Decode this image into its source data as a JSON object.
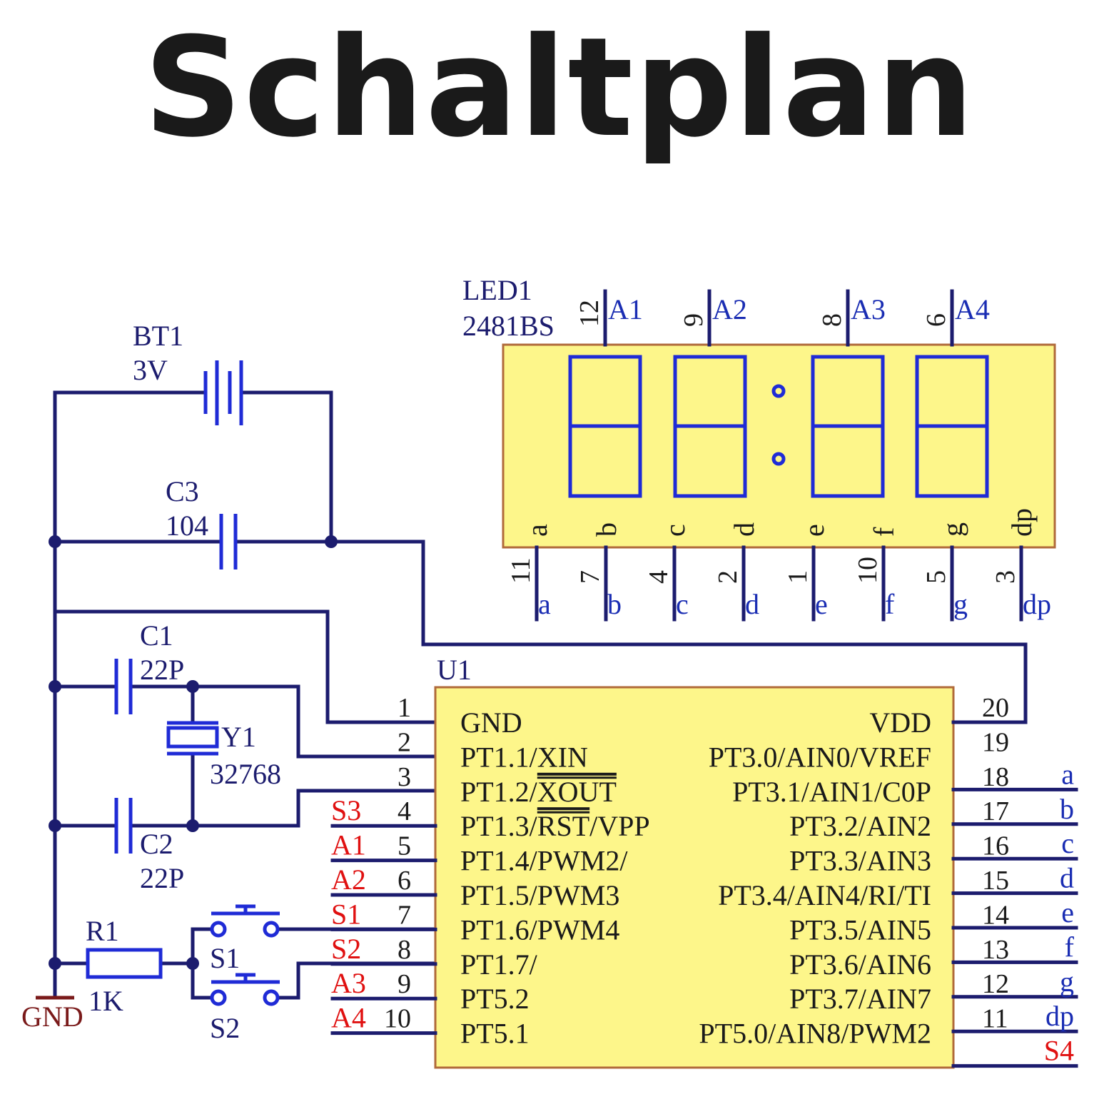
{
  "title": "Schaltplan",
  "colors": {
    "wire": "#1c1c6e",
    "component": "#1f2bd6",
    "ic_fill": "#fdf68a",
    "ic_border": "#b06a3a",
    "net_red": "#e01010",
    "gnd": "#7a1a1a"
  },
  "battery": {
    "ref": "BT1",
    "value": "3V"
  },
  "c3": {
    "ref": "C3",
    "value": "104"
  },
  "c1": {
    "ref": "C1",
    "value": "22P"
  },
  "c2": {
    "ref": "C2",
    "value": "22P"
  },
  "crystal": {
    "ref": "Y1",
    "value": "32768"
  },
  "r1": {
    "ref": "R1",
    "value": "1K"
  },
  "s1": {
    "ref": "S1"
  },
  "s2": {
    "ref": "S2"
  },
  "gnd_label": "GND",
  "led": {
    "ref": "LED1",
    "model": "2481BS",
    "digits": [
      {
        "pin": "12",
        "net": "A1"
      },
      {
        "pin": "9",
        "net": "A2"
      },
      {
        "pin": "8",
        "net": "A3"
      },
      {
        "pin": "6",
        "net": "A4"
      }
    ],
    "segments": [
      {
        "label": "a",
        "pin": "11",
        "net": "a"
      },
      {
        "label": "b",
        "pin": "7",
        "net": "b"
      },
      {
        "label": "c",
        "pin": "4",
        "net": "c"
      },
      {
        "label": "d",
        "pin": "2",
        "net": "d"
      },
      {
        "label": "e",
        "pin": "1",
        "net": "e"
      },
      {
        "label": "f",
        "pin": "10",
        "net": "f"
      },
      {
        "label": "g",
        "pin": "5",
        "net": "g"
      },
      {
        "label": "dp",
        "pin": "3",
        "net": "dp"
      }
    ]
  },
  "ic": {
    "ref": "U1",
    "left_pins": [
      {
        "num": "1",
        "name": "GND",
        "net": ""
      },
      {
        "num": "2",
        "name": "PT1.1/XIN",
        "net": ""
      },
      {
        "num": "3",
        "name_pre": "PT1.2/",
        "name_over": "XOUT",
        "name_post": "",
        "net": ""
      },
      {
        "num": "4",
        "name_pre": "PT1.3/",
        "name_over": "RST",
        "name_post": "/VPP",
        "net": "S3"
      },
      {
        "num": "5",
        "name": "PT1.4/PWM2/",
        "net": "A1"
      },
      {
        "num": "6",
        "name": "PT1.5/PWM3",
        "net": "A2"
      },
      {
        "num": "7",
        "name": "PT1.6/PWM4",
        "net": "S1"
      },
      {
        "num": "8",
        "name": "PT1.7/",
        "net": "S2"
      },
      {
        "num": "9",
        "name": "PT5.2",
        "net": "A3"
      },
      {
        "num": "10",
        "name": "PT5.1",
        "net": "A4"
      }
    ],
    "right_pins": [
      {
        "num": "20",
        "name": "VDD",
        "net": ""
      },
      {
        "num": "19",
        "name": "PT3.0/AIN0/VREF",
        "net": "a"
      },
      {
        "num": "18",
        "name": "PT3.1/AIN1/C0P",
        "net": "b"
      },
      {
        "num": "17",
        "name": "PT3.2/AIN2",
        "net": "c"
      },
      {
        "num": "16",
        "name": "PT3.3/AIN3",
        "net": "d"
      },
      {
        "num": "15",
        "name": "PT3.4/AIN4/RI/TI",
        "net": "e"
      },
      {
        "num": "14",
        "name": "PT3.5/AIN5",
        "net": "f"
      },
      {
        "num": "13",
        "name": "PT3.6/AIN6",
        "net": "g"
      },
      {
        "num": "12",
        "name": "PT3.7/AIN7",
        "net": "dp"
      },
      {
        "num": "11",
        "name": "PT5.0/AIN8/PWM2",
        "net": "S4"
      }
    ]
  }
}
